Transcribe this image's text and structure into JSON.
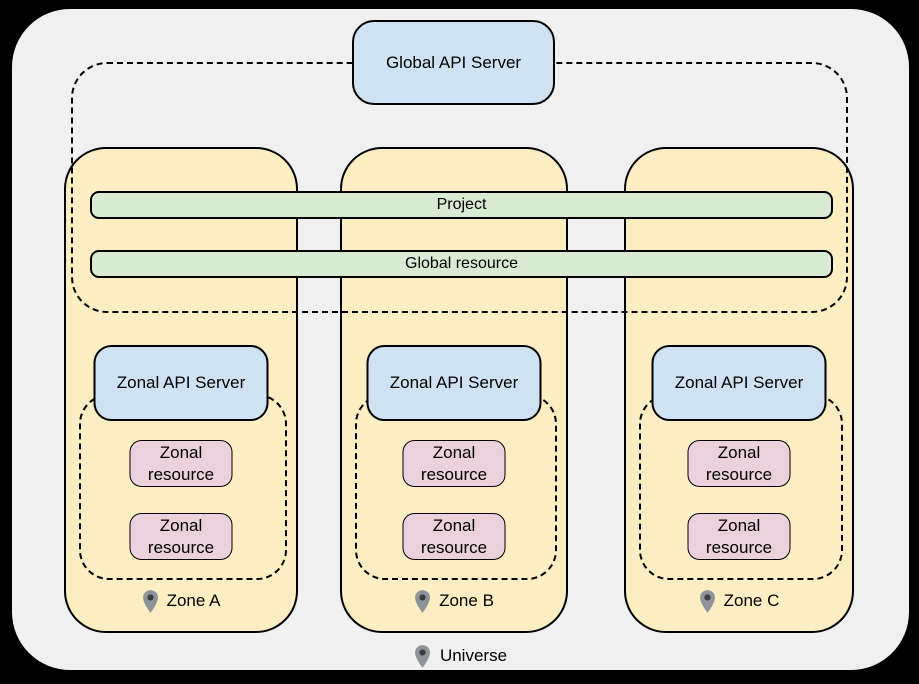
{
  "colors": {
    "background": "#000000",
    "surface": "#f0f0f0",
    "zone_fill": "#fdedc2",
    "server_fill": "#cfe2f3",
    "bar_fill": "#d9ead3",
    "resource_fill": "#ead1dc",
    "stroke": "#000000",
    "pin": "#8e9499",
    "pin_dot": "#3c4043",
    "text": "#000000"
  },
  "diagram": {
    "global_api_server_label": "Global API Server",
    "bars": [
      {
        "label": "Project"
      },
      {
        "label": "Global resource"
      }
    ],
    "zones": [
      {
        "name": "Zone A",
        "api_server_label": "Zonal API Server",
        "resources": [
          {
            "label": "Zonal resource"
          },
          {
            "label": "Zonal resource"
          }
        ]
      },
      {
        "name": "Zone B",
        "api_server_label": "Zonal API Server",
        "resources": [
          {
            "label": "Zonal resource"
          },
          {
            "label": "Zonal resource"
          }
        ]
      },
      {
        "name": "Zone C",
        "api_server_label": "Zonal API Server",
        "resources": [
          {
            "label": "Zonal resource"
          },
          {
            "label": "Zonal resource"
          }
        ]
      }
    ],
    "universe_label": "Universe"
  }
}
